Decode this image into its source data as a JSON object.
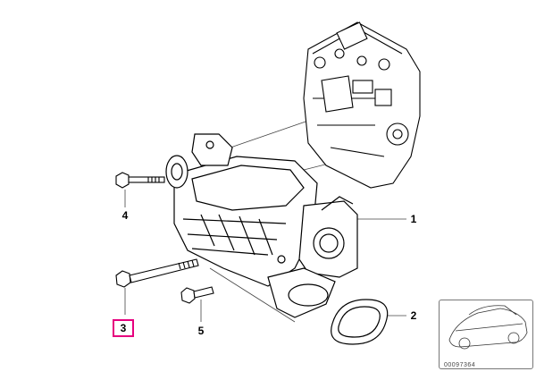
{
  "callouts": [
    {
      "id": "1",
      "label": "1",
      "selected": false
    },
    {
      "id": "2",
      "label": "2",
      "selected": false
    },
    {
      "id": "3",
      "label": "3",
      "selected": true
    },
    {
      "id": "4",
      "label": "4",
      "selected": false
    },
    {
      "id": "5",
      "label": "5",
      "selected": false
    }
  ],
  "catalog_number": "00097364",
  "colors": {
    "line": "#000000",
    "selection": "#e6007e",
    "leader": "#444444"
  }
}
